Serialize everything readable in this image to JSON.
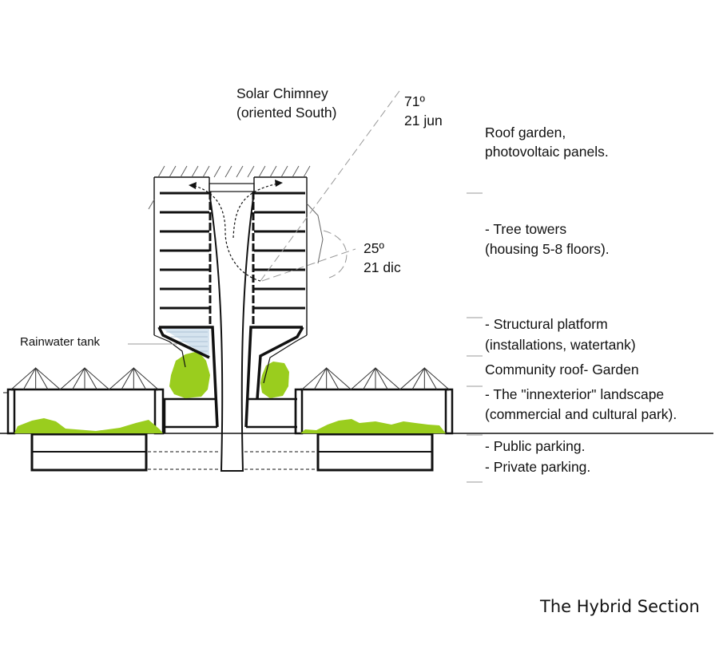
{
  "diagram": {
    "caption": "The Hybrid Section",
    "colors": {
      "vegetation": "#9acd1e",
      "water": "#d6e4ef",
      "structure": "#111111",
      "guide_line": "#999999"
    },
    "annotations": {
      "solar_chimney": [
        "Solar Chimney",
        "(oriented South)"
      ],
      "summer_angle": [
        "71º",
        "21 jun"
      ],
      "winter_angle": [
        "25º",
        "21 dic"
      ],
      "rainwater_tank": "Rainwater tank"
    },
    "legend": {
      "roof_garden": [
        "Roof garden,",
        "photovoltaic panels."
      ],
      "tree_towers": [
        "- Tree towers",
        "(housing 5-8 floors)."
      ],
      "structural_platform": [
        "- Structural platform",
        "(installations, watertank)"
      ],
      "community_roof": "Community roof- Garden",
      "innexterior": [
        "- The \"innexterior\" landscape",
        "(commercial and cultural park)."
      ],
      "public_parking": "- Public parking.",
      "private_parking": "- Private parking."
    }
  }
}
